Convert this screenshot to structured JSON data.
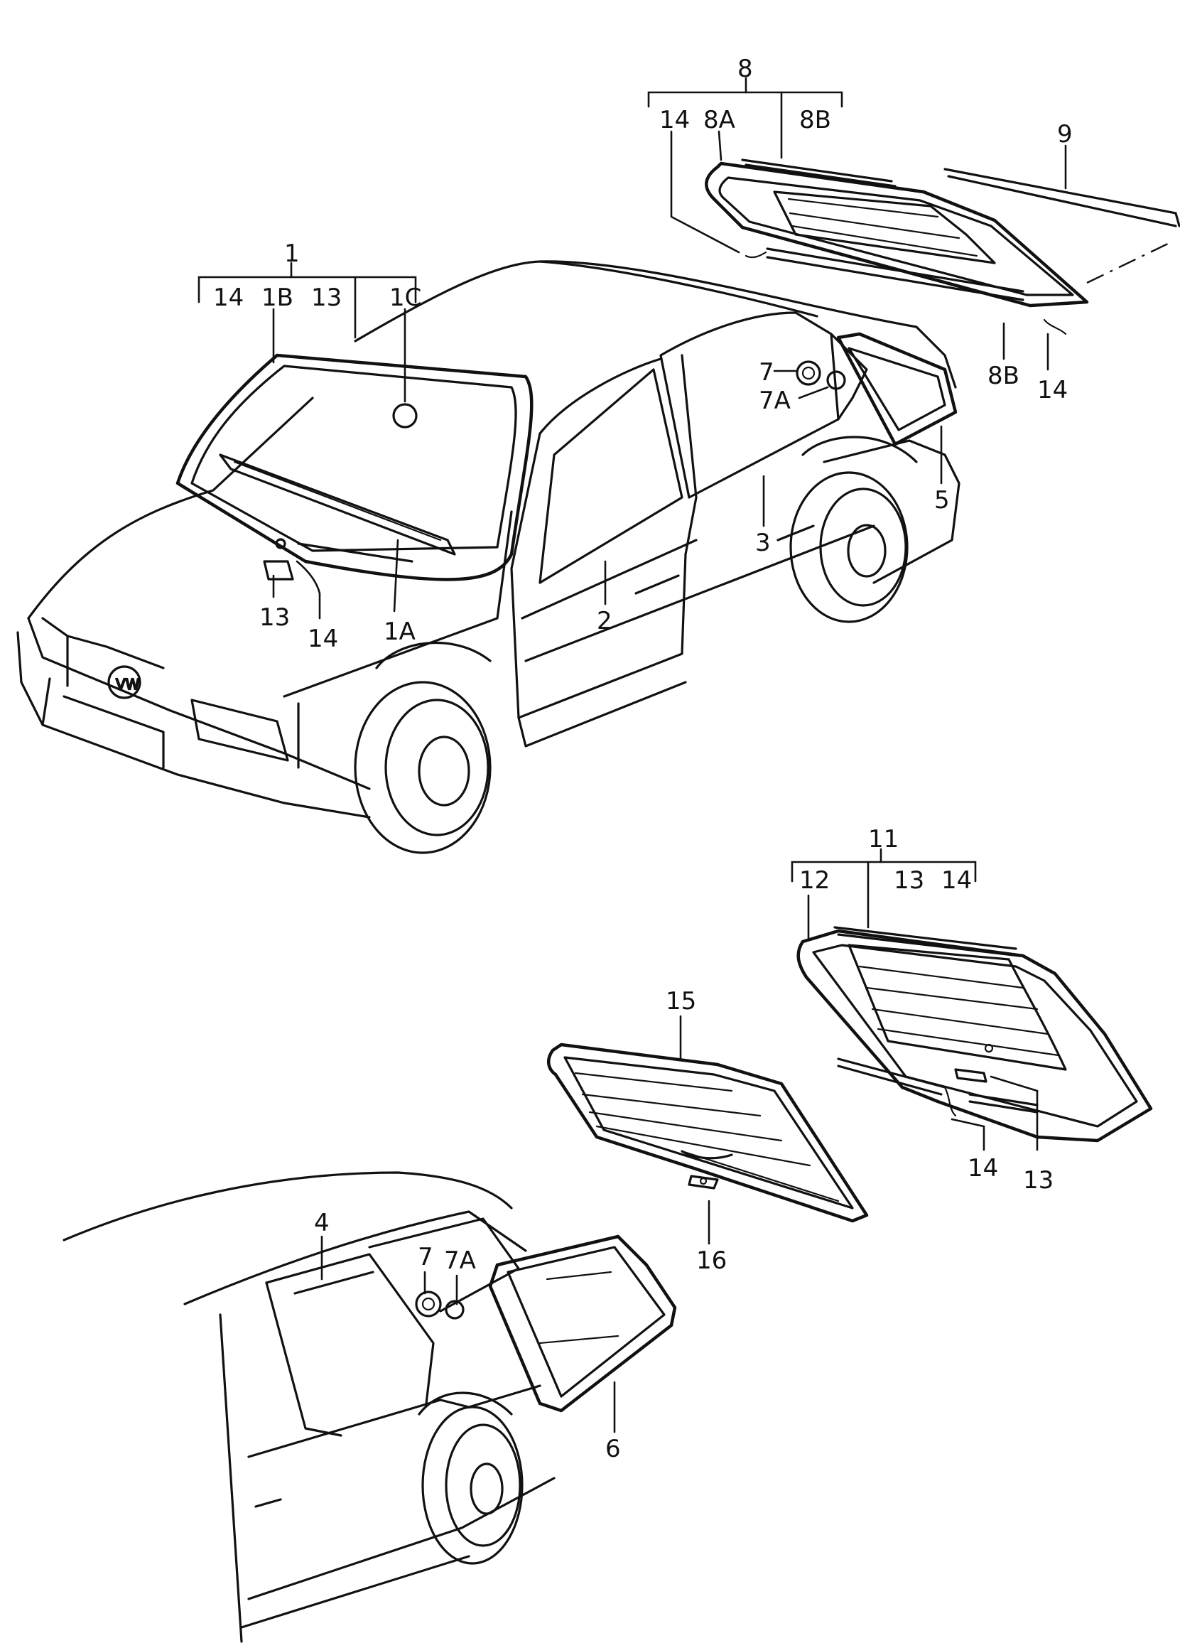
{
  "labels": {
    "l1": "1",
    "l14a": "14",
    "l1B": "1B",
    "l13a": "13",
    "l1C": "1C",
    "l13b": "13",
    "l14b": "14",
    "l1A": "1A",
    "l8": "8",
    "l14c": "14",
    "l8A": "8A",
    "l8Ba": "8B",
    "l9": "9",
    "l8Bb": "8B",
    "l14d": "14",
    "l7a": "7",
    "l7Aa": "7A",
    "l5": "5",
    "l3": "3",
    "l2": "2",
    "l11": "11",
    "l12": "12",
    "l13c": "13",
    "l14e": "14",
    "l15": "15",
    "l14f": "14",
    "l13d": "13",
    "l16": "16",
    "l4": "4",
    "l7b": "7",
    "l7Ab": "7A",
    "l6": "6"
  }
}
